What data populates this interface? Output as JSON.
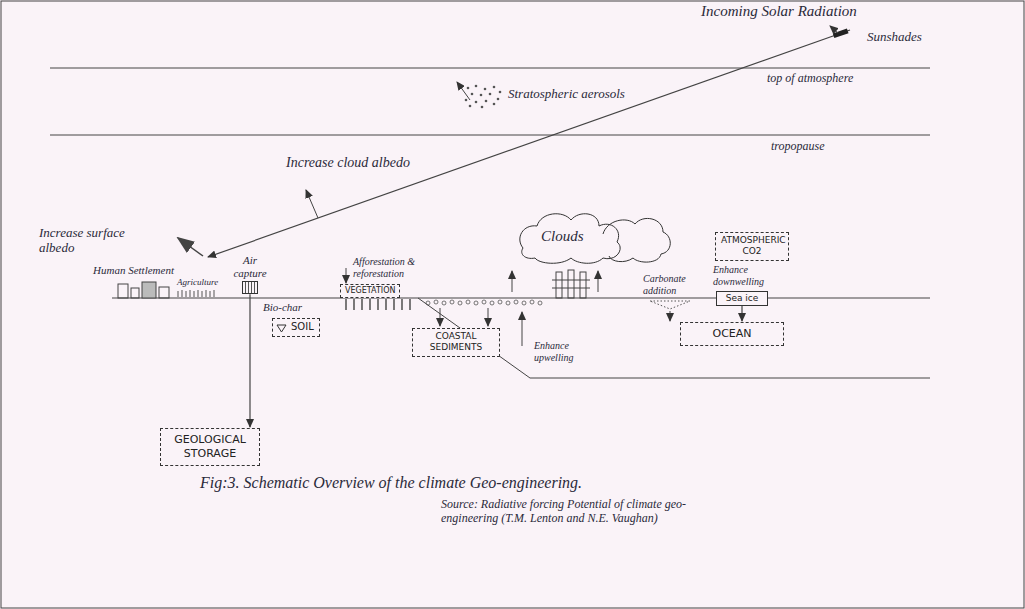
{
  "diagram": {
    "caption": "Fig:3. Schematic Overview of the climate Geo-engineering.",
    "nodes": [
      {
        "text": [
          "Clouds"
        ]
      },
      {
        "text": [
          "ATMOSPHERIC CO2"
        ]
      },
      {
        "text": [
          "Air capture"
        ]
      },
      {
        "text": [
          "VEGETATION"
        ]
      },
      {
        "text": [
          "SOIL"
        ]
      },
      {
        "text": [
          "Sea ice"
        ]
      },
      {
        "text": [
          "COASTAL SEDIMENTS"
        ]
      },
      {
        "text": [
          "OCEAN"
        ]
      },
      {
        "text": [
          "GEOLOGICAL STORAGE"
        ]
      }
    ],
    "edges": [
      {
        "from": 2,
        "to": 8,
        "arrow": "to"
      },
      {
        "from": 5,
        "to": 7,
        "arrow": "to"
      }
    ],
    "labels": [
      "Incoming Solar Radiation",
      "Sunshades",
      "top of atmosphere",
      "Stratospheric aerosols",
      "tropopause",
      "Increase cloud albedo",
      "Increase surface albedo",
      "Human Settlement",
      "Agriculture",
      "Afforestation & reforestation",
      "Bio-char",
      "Carbonate addition",
      "Enhance downwelling",
      "Enhance upwelling",
      "Source: Radiative forcing Potential of climate geo-engineering (T.M. Lenton and N.E. Vaughan)"
    ]
  }
}
